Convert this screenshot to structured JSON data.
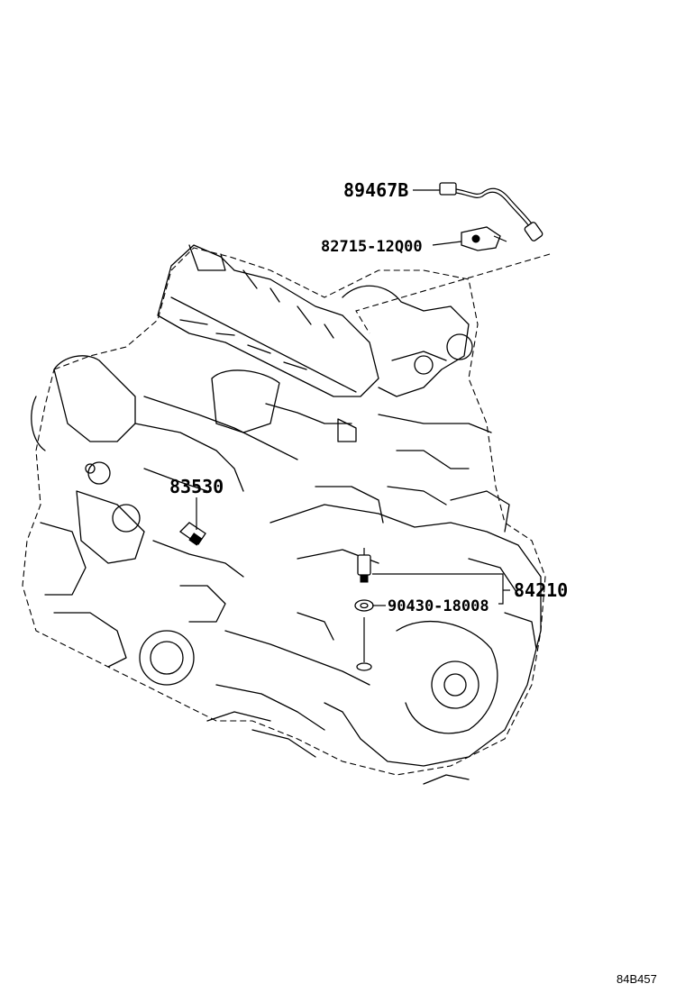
{
  "labels": {
    "p89467": "89467B",
    "p82715": "82715-12Q00",
    "p83530": "83530",
    "p84210": "84210",
    "p90430": "90430-18008"
  },
  "diagram_ref": "84B457"
}
